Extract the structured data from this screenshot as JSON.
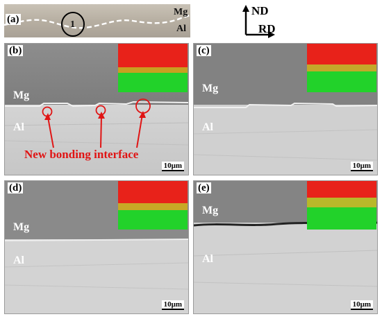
{
  "panels": {
    "a": {
      "label": "(a)",
      "mg": "Mg",
      "al": "Al",
      "marker": "1"
    },
    "b": {
      "label": "(b)",
      "mg": "Mg",
      "al": "Al",
      "scale": "10μm",
      "annotation": "New bonding interface"
    },
    "c": {
      "label": "(c)",
      "mg": "Mg",
      "al": "Al",
      "scale": "10μm"
    },
    "d": {
      "label": "(d)",
      "mg": "Mg",
      "al": "Al",
      "scale": "10μm"
    },
    "e": {
      "label": "(e)",
      "mg": "Mg",
      "al": "Al",
      "scale": "10μm"
    }
  },
  "axes": {
    "vertical": "ND",
    "horizontal": "RD"
  },
  "colors": {
    "mg_map": "#e8221a",
    "al_map": "#22d22a",
    "annotation": "#e01414"
  }
}
